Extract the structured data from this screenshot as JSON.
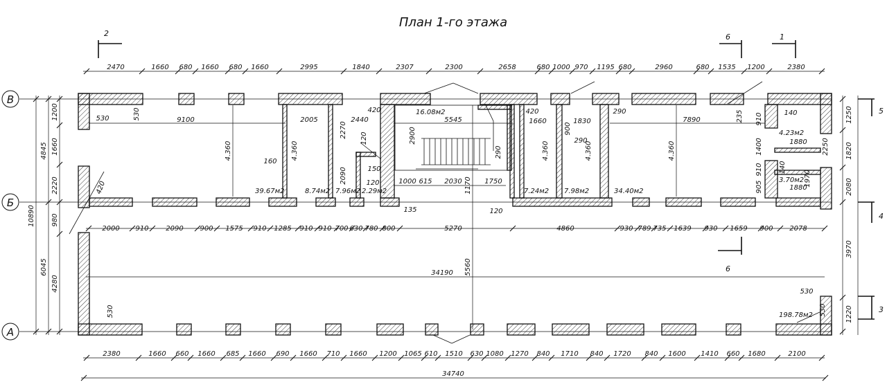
{
  "title": "План 1-го этажа",
  "axes": {
    "v": "В",
    "b": "Б",
    "a": "А"
  },
  "right_axis_labels": [
    "5",
    "4",
    "3"
  ],
  "section_marks": {
    "left_top": "2",
    "mid_top": "6",
    "right_top": "1",
    "mid_bottom": "6"
  },
  "top_dims": [
    "2470",
    "1660",
    "680",
    "1660",
    "680",
    "1660",
    "2995",
    "1840",
    "2307",
    "2300",
    "2658",
    "680",
    "1000",
    "970",
    "1195",
    "680",
    "2960",
    "680",
    "1535",
    "1200",
    "2380"
  ],
  "bottom_dims": [
    "2380",
    "1660",
    "660",
    "1660",
    "685",
    "1660",
    "690",
    "1660",
    "710",
    "1660",
    "1200",
    "1065",
    "610",
    "1510",
    "630",
    "1080",
    "1270",
    "840",
    "1710",
    "840",
    "1720",
    "840",
    "1600",
    "1410",
    "660",
    "1680",
    "2100"
  ],
  "bottom_total": "34740",
  "corridor_dims": [
    "2000",
    "910",
    "2090",
    "900",
    "1575",
    "910",
    "1285",
    "910",
    "910",
    "700",
    "630",
    "780",
    "800",
    "5270",
    "4860",
    "930",
    "789",
    "735",
    "1639",
    "930",
    "1659",
    "900",
    "2078"
  ],
  "corridor_length": "34190",
  "left_dims": {
    "total": "10890",
    "upper": "4845",
    "lower": "6045",
    "d1200": "1200",
    "d1660": "1660",
    "d2220": "2220",
    "d980": "980",
    "d4280": "4280"
  },
  "right_dims": {
    "d1250": "1250",
    "d1820": "1820",
    "d2080": "2080",
    "d3970": "3970",
    "d1220": "1220"
  },
  "room_labels": {
    "r1": "39.67м2",
    "r2": "8.74м2",
    "r3": "7.96м2",
    "r4": "2.29м2",
    "r5": "16.08м2",
    "r6": "7.24м2",
    "r7": "7.98м2",
    "r8": "34.40м2",
    "r9": "4.23м2",
    "r10": "3.70м2",
    "r11": "198.78м2"
  },
  "inner_dims": {
    "d9100": "9100",
    "d4360a": "4.360",
    "d4360b": "4.360",
    "d2005": "2005",
    "d2270": "2270",
    "d2440": "2440",
    "d420a": "420",
    "d120a": "120",
    "d2090": "2090",
    "d150": "150",
    "d120b": "120",
    "d1000": "1000",
    "d615": "615",
    "d2030": "2030",
    "d1170": "1170",
    "d1750": "1750",
    "d2900": "2900",
    "d5545": "5545",
    "d290a": "290",
    "d420b": "420",
    "d1660b": "1660",
    "d4360c": "4.360",
    "d900": "900",
    "d1830": "1830",
    "d290b": "290",
    "d4360d": "4.360",
    "d290c": "290",
    "d7890": "7890",
    "d4360e": "4.360",
    "d235": "235",
    "d910a": "910",
    "d140a": "140",
    "d1400": "1400",
    "d1880a": "1880",
    "d2250": "2250",
    "d910b": "910",
    "d140b": "140",
    "d1970": "1970",
    "d905": "905",
    "d1880b": "1880",
    "d530a": "530",
    "d530b": "530",
    "d530c": "530",
    "d530d": "530",
    "d530e": "530",
    "d420c": "420",
    "d160": "160",
    "d135": "135",
    "d120c": "120",
    "d5560": "5560"
  }
}
